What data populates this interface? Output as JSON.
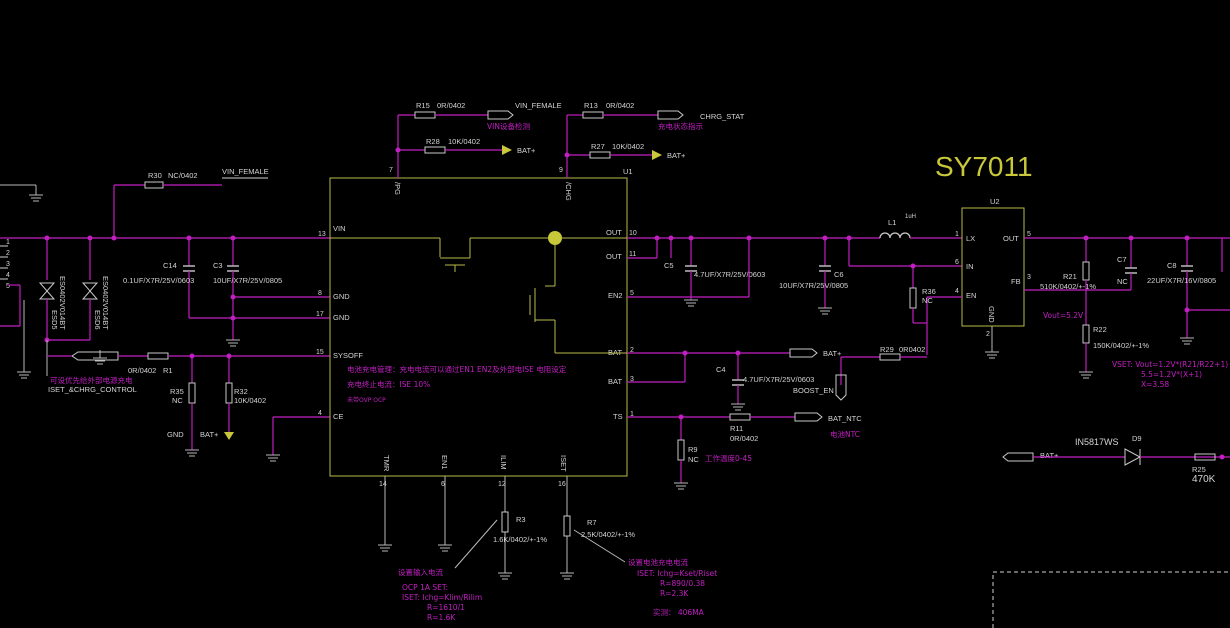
{
  "chip_title": "SY7011",
  "ic_main": {
    "ref": "U1",
    "pins": {
      "vin": "VIN",
      "gnd1": "GND",
      "gnd2": "GND",
      "sysoff": "SYSOFF",
      "ce": "CE",
      "out1": "OUT",
      "out2": "OUT",
      "en2": "EN2",
      "bat1": "BAT",
      "bat2": "BAT",
      "ts": "TS",
      "pg": "/PG",
      "chg": "/CHG",
      "tmr": "TMR",
      "en1": "EN1",
      "ilim": "ILIM",
      "iset": "ISET"
    },
    "pin_numbers": {
      "vin": "13",
      "gnd1": "8",
      "gnd2": "17",
      "sysoff": "15",
      "ce": "4",
      "out1": "10",
      "out2": "11",
      "en2": "5",
      "bat1": "2",
      "bat2": "3",
      "ts": "1",
      "pg": "7",
      "chg": "9",
      "tmr": "14",
      "en1": "6",
      "ilim": "12",
      "iset": "16"
    },
    "notes": [
      "电池充电管理：充电电流可以通过EN1 EN2及外部电ISE 电阻设定",
      "充电终止电流：ISE 10%",
      "未带OVP OCP"
    ]
  },
  "ic_boost": {
    "ref": "U2",
    "pins": {
      "lx": "LX",
      "in": "IN",
      "en": "EN",
      "out": "OUT",
      "fb": "FB",
      "gnd": "GND"
    },
    "pin_numbers": {
      "lx": "1",
      "in": "6",
      "en": "4",
      "out": "5",
      "fb": "3",
      "gnd": "2"
    }
  },
  "parts": {
    "r15": {
      "ref": "R15",
      "value": "0R/0402"
    },
    "r13": {
      "ref": "R13",
      "value": "0R/0402"
    },
    "r28": {
      "ref": "R28",
      "value": "10K/0402"
    },
    "r27": {
      "ref": "R27",
      "value": "10K/0402"
    },
    "r30": {
      "ref": "R30",
      "value": "NC/0402"
    },
    "c14": {
      "ref": "C14",
      "value": "0.1UF/X7R/25V/0603"
    },
    "c3": {
      "ref": "C3",
      "value": "10UF/X7R/25V/0805"
    },
    "c5": {
      "ref": "C5",
      "value": "4.7UF/X7R/25V/0603"
    },
    "c6": {
      "ref": "C6",
      "value": "10UF/X7R/25V/0805"
    },
    "c4": {
      "ref": "C4",
      "value": "4.7UF/X7R/25V/0603"
    },
    "l1": {
      "ref": "L1",
      "value": "1uH"
    },
    "r36": {
      "ref": "R36",
      "value": "NC"
    },
    "r21": {
      "ref": "R21",
      "value": "510K/0402/+-1%"
    },
    "r22": {
      "ref": "R22",
      "value": "150K/0402/+-1%"
    },
    "c7": {
      "ref": "C7",
      "value": "NC"
    },
    "c8": {
      "ref": "C8",
      "value": "22UF/X7R/16V/0805"
    },
    "r29": {
      "ref": "R29",
      "value": "0R0402"
    },
    "r1": {
      "ref": "R1",
      "value": "0R/0402"
    },
    "r35": {
      "ref": "R35",
      "value": "NC"
    },
    "r32": {
      "ref": "R32",
      "value": "10K/0402"
    },
    "r11": {
      "ref": "R11",
      "value": "0R/0402"
    },
    "r9": {
      "ref": "R9",
      "value": "NC"
    },
    "r3": {
      "ref": "R3",
      "value": "1.6K/0402/+-1%"
    },
    "r7": {
      "ref": "R7",
      "value": "2.5K/0402/+-1%"
    },
    "r25": {
      "ref": "R25",
      "value": "470K"
    },
    "d9": {
      "ref": "D9",
      "value": "IN5817WS"
    },
    "esd5": {
      "ref": "ESD5",
      "value": "ES0402V014BT"
    },
    "esd6": {
      "ref": "ESD6",
      "value": "ES0402V014BT"
    }
  },
  "nets": {
    "vin_female_1": "VIN_FEMALE",
    "vin_female_2": "VIN_FEMALE",
    "chrg_stat": "CHRG_STAT",
    "bat_plus_1": "BAT+",
    "bat_plus_2": "BAT+",
    "bat_plus_3": "BAT+",
    "bat_plus_4": "BAT+",
    "bat_plus_5": "BAT+",
    "bat_ntc": "BAT_NTC",
    "boost_en": "BOOST_EN",
    "iset_chrg": "ISET_&CHRG_CONTROL",
    "gnd_net": "GND"
  },
  "annotations": {
    "vin_detect": "VIN设备检测",
    "chg_indicator": "充电状态指示",
    "priority": "可设优先给外部电源充电",
    "temp_range": "工作温度0-45",
    "battery_ntc": "电池NTC",
    "vout": "Vout=5.2V",
    "vset_1": "VSET:  Vout=1.2V*(R21/R22+1)",
    "vset_2": "5.5=1.2V*(X+1)",
    "vset_3": "X=3.58",
    "ilim_title": "设置输入电流",
    "ilim_1": "OCP 1A  SET:",
    "ilim_2": "ISET:  Ichg=Klim/Rilim",
    "ilim_3": "R=1610/1",
    "ilim_4": "R=1.6K",
    "iset_title": "设置电池充电电流",
    "iset_1": "ISET:  Ichg=Kset/Riset",
    "iset_2": "R=890/0.38",
    "iset_3": "R=2.3K",
    "iset_4": "实测： 406MA"
  },
  "connector_pins": [
    "1",
    "2",
    "3",
    "4",
    "5"
  ],
  "colors": {
    "wire": "#c21fc2",
    "outline": "#b8b84a",
    "text": "#d4d4d4",
    "title": "#c8c83a",
    "background": "#000000"
  }
}
